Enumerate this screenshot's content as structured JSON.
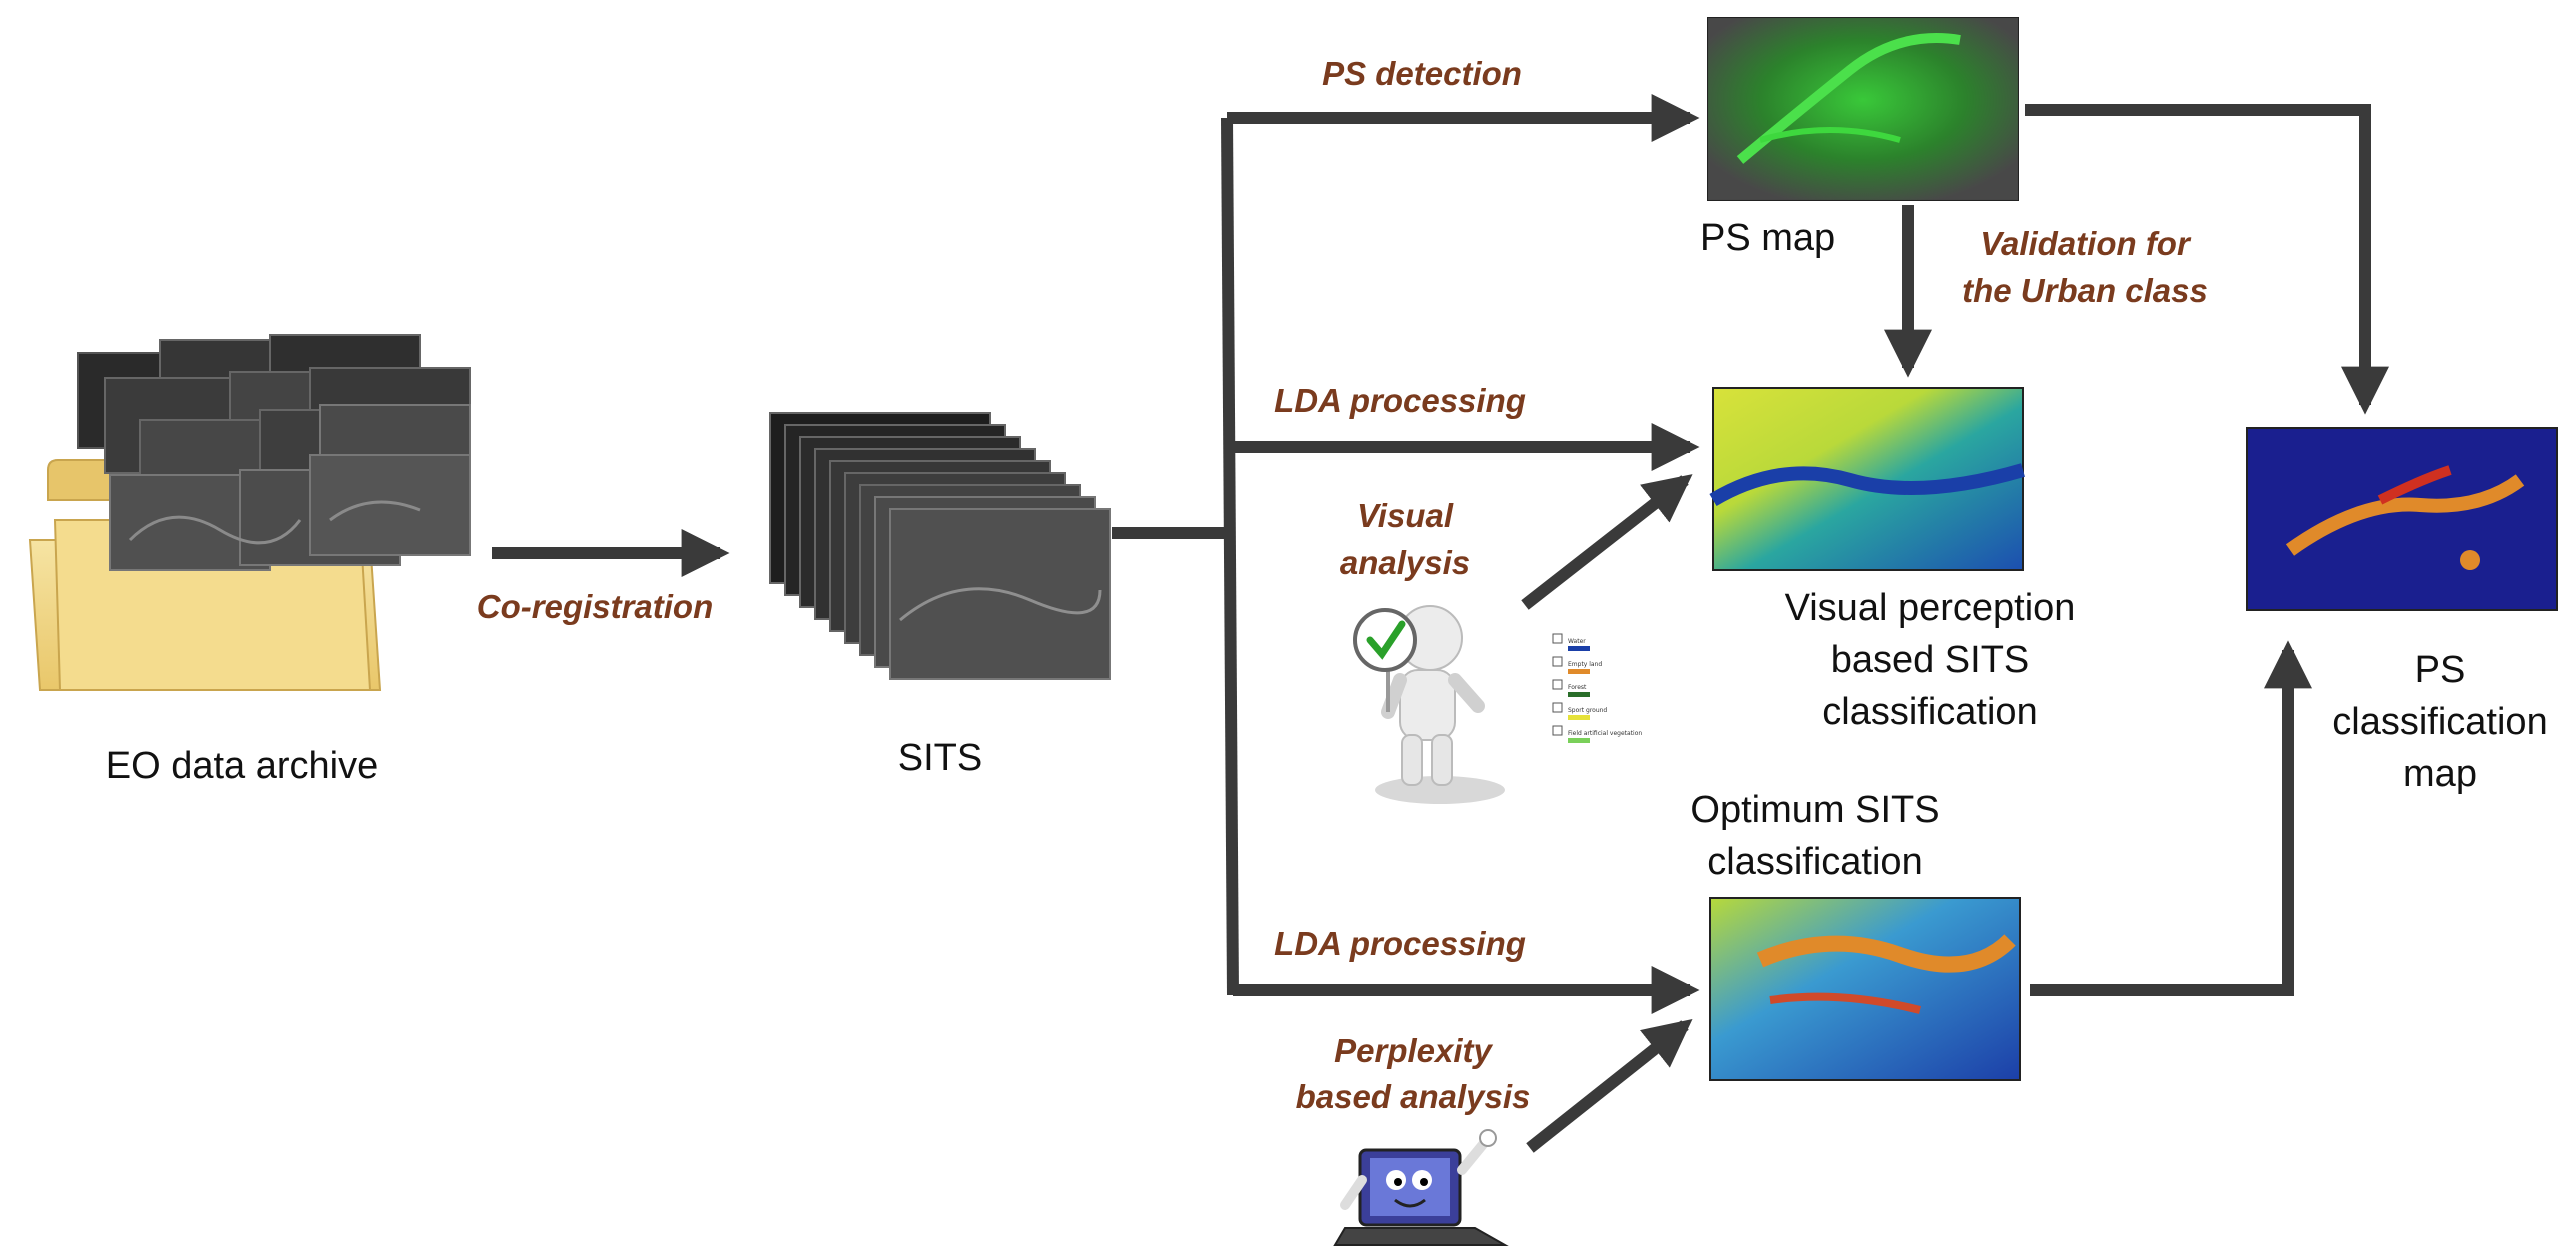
{
  "nodes": {
    "archive": "EO data archive",
    "sits": "SITS",
    "ps_map": "PS map",
    "visual": [
      "Visual perception",
      "based SITS",
      "classification"
    ],
    "optimum": [
      "Optimum SITS",
      "classification"
    ],
    "ps_class": [
      "PS",
      "classification",
      "map"
    ]
  },
  "steps": {
    "coreg": "Co-registration",
    "ps_detection": "PS detection",
    "lda1": "LDA processing",
    "lda2": "LDA processing",
    "validation": [
      "Validation for",
      "the Urban class"
    ],
    "visual_analysis": [
      "Visual",
      "analysis"
    ],
    "perplexity": [
      "Perplexity",
      "based analysis"
    ]
  },
  "legend": [
    "Water",
    "Empty land",
    "Forest",
    "Sport ground",
    "Field artificial vegetation"
  ],
  "colors": {
    "arrow": "#3a3a3a",
    "step_text": "#7a3b1e",
    "folder": "#f2d98a",
    "ps_green": "#33dd33",
    "class_blue": "#1a3fa8",
    "class_yellow": "#d8e23a",
    "class_orange": "#e08a2a"
  },
  "icons": [
    "folder-icon",
    "satellite-image-stack-icon",
    "person-with-checkmark-sign-icon",
    "laptop-mascot-icon"
  ]
}
